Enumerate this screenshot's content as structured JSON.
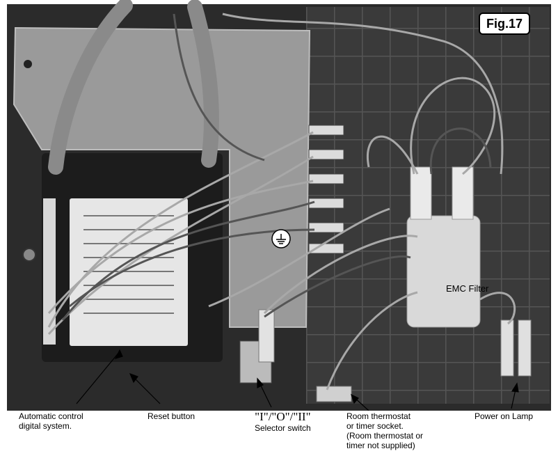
{
  "figure_label": "Fig.17",
  "emc_filter_label": "EMC Filter",
  "callouts": {
    "automatic_control": [
      "Automatic control",
      "digital system."
    ],
    "reset_button": [
      "Reset button"
    ],
    "selector_switch": [
      "\"I\"/\"O\"/\"II\"",
      "Selector switch"
    ],
    "room_thermostat": [
      "Room thermostat",
      "or timer socket.",
      "(Room thermostat or",
      "timer not supplied)"
    ],
    "power_lamp": [
      "Power on Lamp"
    ]
  },
  "ground_symbol": "earth-ground-icon"
}
